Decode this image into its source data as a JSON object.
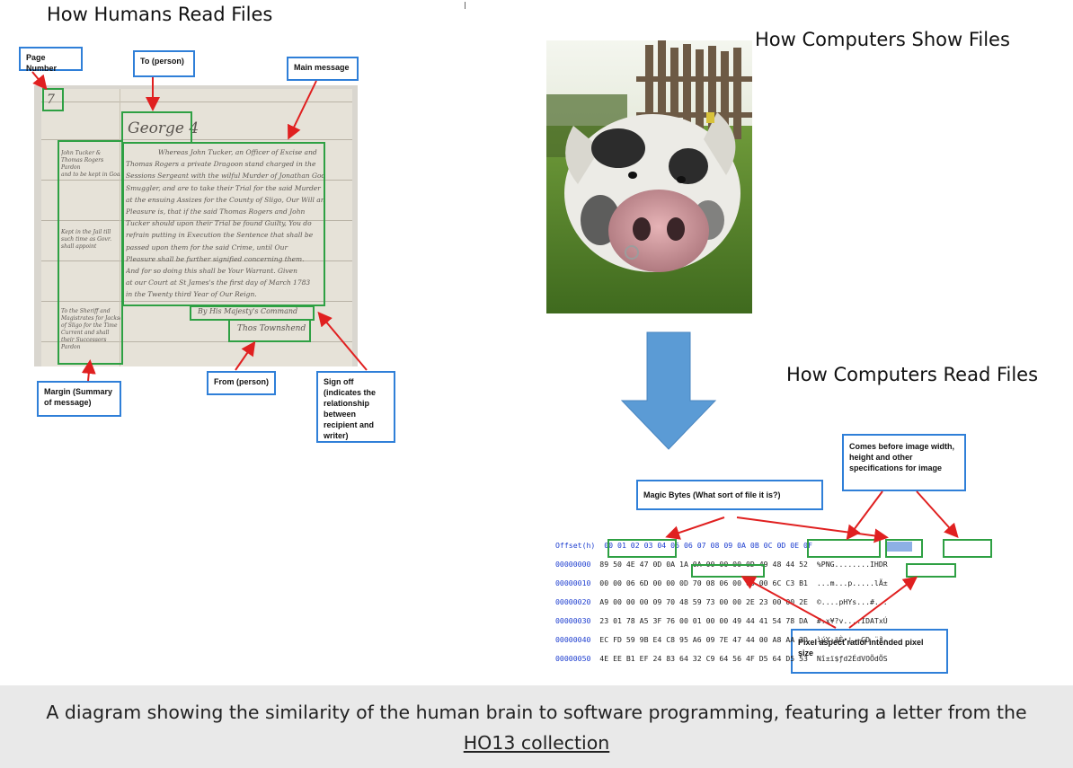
{
  "titles": {
    "humans_read": "How Humans Read Files",
    "computers_show": "How Computers Show Files",
    "computers_read": "How Computers Read Files"
  },
  "left_labels": {
    "page_number": "Page Number",
    "to_person": "To (person)",
    "main_message": "Main message",
    "margin": "Margin (Summary of message)",
    "from_person": "From (person)",
    "sign_off": "Sign off (indicates the relationship between recipient and writer)"
  },
  "letter_text": {
    "page_no": "7",
    "addressee": "George 4",
    "margin_lines": [
      "John Tucker &",
      "Thomas Rogers",
      "Pardon",
      "and to be kept in Goal"
    ],
    "margin_lines_2": [
      "Kept in the Jail till",
      "such time as Govr.",
      "shall appoint"
    ],
    "margin_lines_3": [
      "To the Sheriff and",
      "Magistrates for Jackson",
      "of Sligo for the Time",
      "Current and shall",
      "their Successors",
      "Pardon"
    ],
    "body_lines": [
      "Whereas John Tucker, an Officer of Excise and",
      "Thomas Rogers a private Dragoon stand charged in the",
      "Sessions Sergeant with the wilful Murder of Jonathan Godfrey",
      "Smuggler, and are to take their Trial for the said Murder",
      "at the ensuing Assizes for the County of Sligo, Our Will and",
      "Pleasure is, that if the said Thomas Rogers and John",
      "Tucker should upon their Trial be found Guilty, You do",
      "refrain putting in Execution the Sentence that shall be",
      "passed upon them for the said Crime, until Our",
      "Pleasure shall be further signified concerning them.",
      "And for so doing this shall be Your Warrant. Given",
      "at our Court at St James's the first day of March 1783",
      "in the Twenty third Year of Our Reign."
    ],
    "sign_off": "By His Majesty's Command",
    "signature": "Thos Townshend"
  },
  "arrow_icon": "down-arrow-icon",
  "right_labels": {
    "magic_bytes": "Magic Bytes (What sort of file it is?)",
    "comes_before": "Comes before image width, height and other specifications for image",
    "pixel_aspect": "Pixel aspect ratio/ intended pixel size"
  },
  "hex": {
    "header": "Offset(h)  00 01 02 03 04 05 06 07 08 09 0A 0B 0C 0D 0E 0F",
    "rows": [
      {
        "offset": "00000000",
        "bytes": "89 50 4E 47 0D 0A 1A 0A 00 00 00 0D 49 48 44 52",
        "ascii": "%PNG........IHDR"
      },
      {
        "offset": "00000010",
        "bytes": "00 00 06 6D 00 00 0D 70 08 06 00 00 00 6C C3 B1",
        "ascii": "...m...p.....lÃ±"
      },
      {
        "offset": "00000020",
        "bytes": "A9 00 00 00 09 70 48 59 73 00 00 2E 23 00 00 2E",
        "ascii": "©....pHYs...#..."
      },
      {
        "offset": "00000030",
        "bytes": "23 01 78 A5 3F 76 00 01 00 00 49 44 41 54 78 DA",
        "ascii": "#.x¥?v....IDATxÚ"
      },
      {
        "offset": "00000040",
        "bytes": "EC FD 59 9B E4 C8 95 A6 09 7E 47 44 00 A8 AA 2D",
        "ascii": "ìýY›äÈ•¦.~GD.¨ª-"
      },
      {
        "offset": "00000050",
        "bytes": "4E EE B1 EF 24 83 64 32 C9 64 56 4F D5 64 D5 53",
        "ascii": "Nî±ï$ƒd2ÉdVOÕdÕS"
      }
    ]
  },
  "caption": {
    "text": "A diagram showing the similarity of the human brain to software programming, featuring a letter from the ",
    "link": "HO13 collection"
  },
  "colors": {
    "label_border": "#2f7fd8",
    "highlight_box": "#2ea043",
    "arrow_red": "#e02020",
    "big_arrow": "#5b9bd5"
  }
}
